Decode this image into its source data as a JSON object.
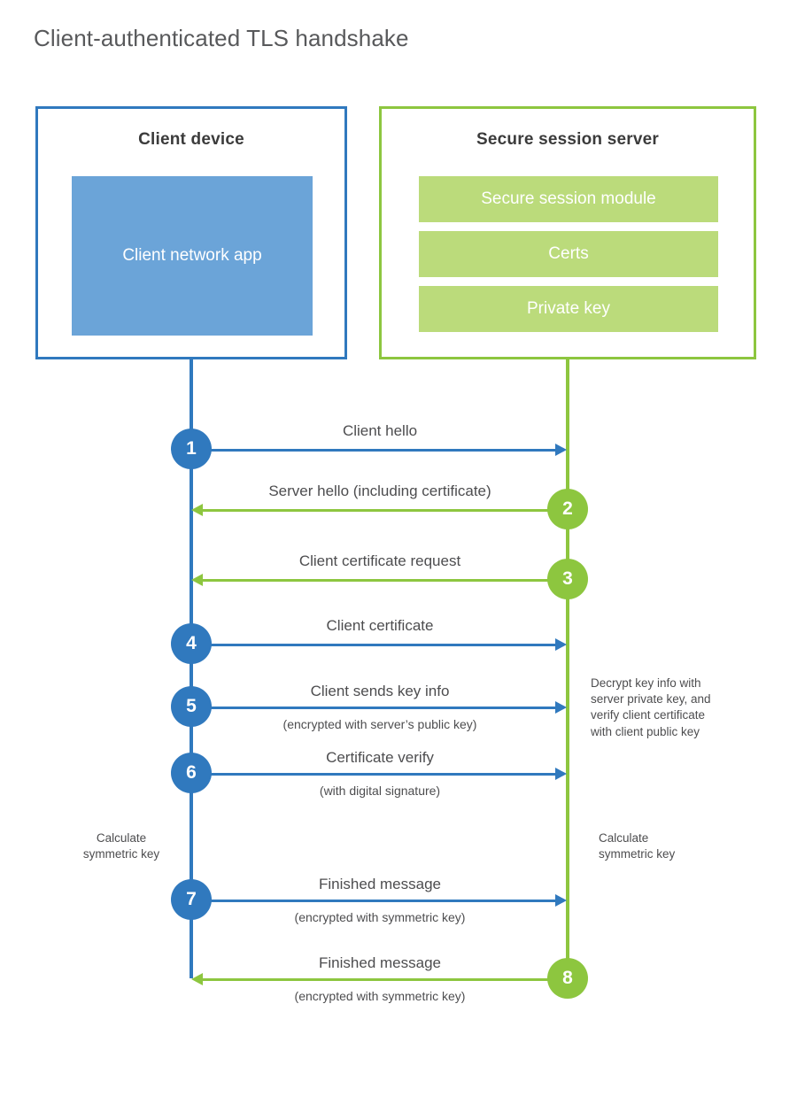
{
  "title": "Client-authenticated TLS handshake",
  "colors": {
    "client_accent": "#3079be",
    "client_fill": "#6ba4d8",
    "server_accent": "#8dc63f",
    "server_fill": "#bbdb7b",
    "text": "#4d4d4f",
    "title_text": "#58595b",
    "background": "#ffffff"
  },
  "actors": {
    "client": {
      "title": "Client device",
      "components": [
        {
          "label": "Client network app"
        }
      ]
    },
    "server": {
      "title": "Secure session server",
      "components": [
        {
          "label": "Secure session module"
        },
        {
          "label": "Certs"
        },
        {
          "label": "Private key"
        }
      ]
    }
  },
  "messages": [
    {
      "step": "1",
      "label": "Client hello",
      "sub": "",
      "direction": "client-to-server",
      "color": "blue"
    },
    {
      "step": "2",
      "label": "Server hello (including certificate)",
      "sub": "",
      "direction": "server-to-client",
      "color": "green"
    },
    {
      "step": "3",
      "label": "Client certificate request",
      "sub": "",
      "direction": "server-to-client",
      "color": "green"
    },
    {
      "step": "4",
      "label": "Client certificate",
      "sub": "",
      "direction": "client-to-server",
      "color": "blue"
    },
    {
      "step": "5",
      "label": "Client sends key info",
      "sub": "(encrypted with server’s public key)",
      "direction": "client-to-server",
      "color": "blue"
    },
    {
      "step": "6",
      "label": "Certificate verify",
      "sub": "(with digital signature)",
      "direction": "client-to-server",
      "color": "blue"
    },
    {
      "step": "7",
      "label": "Finished message",
      "sub": "(encrypted with symmetric key)",
      "direction": "client-to-server",
      "color": "blue"
    },
    {
      "step": "8",
      "label": "Finished message",
      "sub": "(encrypted with symmetric key)",
      "direction": "server-to-client",
      "color": "green"
    }
  ],
  "notes": {
    "server_decrypt": "Decrypt key info with\nserver private key, and\nverify client certificate\nwith client public key",
    "client_calculate": "Calculate\nsymmetric key",
    "server_calculate": "Calculate\nsymmetric key"
  }
}
